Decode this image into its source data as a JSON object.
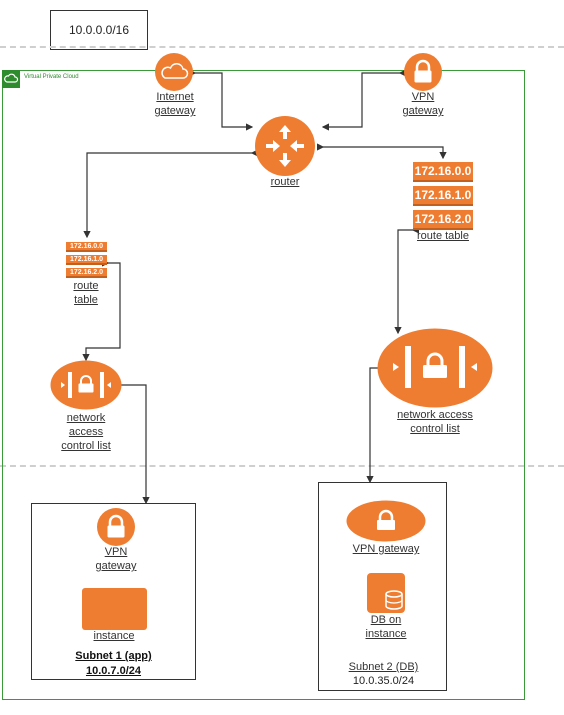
{
  "cidr": "10.0.0.0/16",
  "vpc": {
    "title": "Virtual Private Cloud"
  },
  "internet_gateway": {
    "line1": "Internet",
    "line2": "gateway"
  },
  "vpn_gateway_top": {
    "line1": "VPN",
    "line2": "gateway"
  },
  "router": {
    "label": "router"
  },
  "route_table_right": {
    "rows": [
      "172.16.0.0",
      "172.16.1.0",
      "172.16.2.0"
    ],
    "label": "route table"
  },
  "route_table_left": {
    "rows": [
      "172.16.0.0",
      "172.16.1.0",
      "172.16.2.0"
    ],
    "line1": "route",
    "line2": "table"
  },
  "nacl_left": {
    "line1": "network",
    "line2": "access",
    "line3": "control list"
  },
  "nacl_right": {
    "line1": "network access",
    "line2": "control list"
  },
  "subnet1": {
    "vpn_line1": "VPN",
    "vpn_line2": "gateway",
    "instance": "instance",
    "name": "Subnet 1 (app)",
    "cidr": "10.0.7.0/24"
  },
  "subnet2": {
    "vpn": "VPN gateway",
    "db_line1": "DB on",
    "db_line2": "instance",
    "name": "Subnet 2 (DB)",
    "cidr": "10.0.35.0/24"
  },
  "colors": {
    "accent": "#ef7d31",
    "vpc_border": "#3a9a3a",
    "connector": "#333333"
  },
  "icons": [
    "cloud-icon",
    "lock-icon",
    "router-arrows-icon",
    "database-icon",
    "instance-icon",
    "nacl-icon"
  ]
}
